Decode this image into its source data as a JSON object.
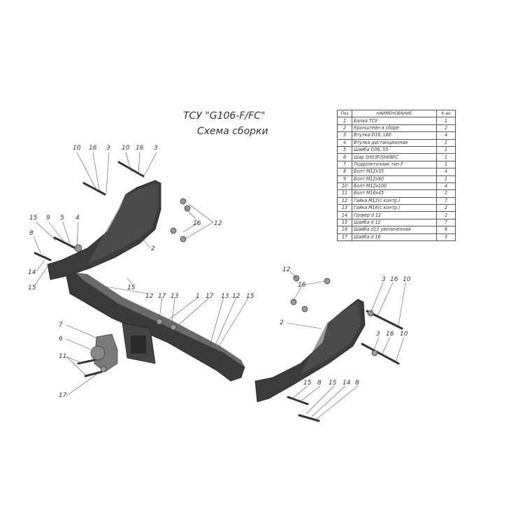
{
  "drawing": {
    "title": "ТСУ \"G106-F/FC\"",
    "subtitle": "Схема сборки"
  },
  "table": {
    "headers": [
      "Поз",
      "НАИМЕНОВАНИЕ",
      "К-во"
    ],
    "rows": [
      [
        "1",
        "Балка ТСУ",
        "1"
      ],
      [
        "2",
        "Кронштейн в сборе",
        "2"
      ],
      [
        "3",
        "Втулка D16, L60",
        "4"
      ],
      [
        "4",
        "Втулка дистанционная",
        "1"
      ],
      [
        "5",
        "Шайба D36, S5",
        "1"
      ],
      [
        "6",
        "Шар SH03F/SH08FC",
        "1"
      ],
      [
        "7",
        "Подрозеточник тип F",
        "1"
      ],
      [
        "8",
        "Болт M12х35",
        "4"
      ],
      [
        "9",
        "Болт M12х60",
        "1"
      ],
      [
        "10",
        "Болт M12х100",
        "4"
      ],
      [
        "11",
        "Болт M16х45",
        "2"
      ],
      [
        "12",
        "Гайка M12(с контр.)",
        "7"
      ],
      [
        "13",
        "Гайка M16(с контр.)",
        "2"
      ],
      [
        "14",
        "Гровер d 12",
        "2"
      ],
      [
        "15",
        "Шайба d 12",
        "7"
      ],
      [
        "16",
        "Шайба d12 увеличенная",
        "8"
      ],
      [
        "17",
        "Шайба d 16",
        "3"
      ]
    ]
  },
  "callouts": [
    {
      "id": "c10a",
      "text": "10"
    },
    {
      "id": "c16a",
      "text": "16"
    },
    {
      "id": "c3a",
      "text": "3"
    },
    {
      "id": "c10b",
      "text": "10"
    },
    {
      "id": "c16b",
      "text": "16"
    },
    {
      "id": "c3b",
      "text": "3"
    },
    {
      "id": "c15a",
      "text": "15"
    },
    {
      "id": "c9",
      "text": "9"
    },
    {
      "id": "c5",
      "text": "5"
    },
    {
      "id": "c4",
      "text": "4"
    },
    {
      "id": "c8a",
      "text": "8"
    },
    {
      "id": "c14a",
      "text": "14"
    },
    {
      "id": "c15b",
      "text": "15"
    },
    {
      "id": "c2a",
      "text": "2"
    },
    {
      "id": "c16c",
      "text": "16"
    },
    {
      "id": "c12a",
      "text": "12"
    },
    {
      "id": "c15c",
      "text": "15"
    },
    {
      "id": "c12b",
      "text": "12"
    },
    {
      "id": "c17a",
      "text": "17"
    },
    {
      "id": "c13a",
      "text": "13"
    },
    {
      "id": "c1",
      "text": "1"
    },
    {
      "id": "c17b",
      "text": "17"
    },
    {
      "id": "c13b",
      "text": "13"
    },
    {
      "id": "c12c",
      "text": "12"
    },
    {
      "id": "c15d",
      "text": "15"
    },
    {
      "id": "c12d",
      "text": "12"
    },
    {
      "id": "c16d",
      "text": "16"
    },
    {
      "id": "c2b",
      "text": "2"
    },
    {
      "id": "c3c",
      "text": "3"
    },
    {
      "id": "c16e",
      "text": "16"
    },
    {
      "id": "c10c",
      "text": "10"
    },
    {
      "id": "c3d",
      "text": "3"
    },
    {
      "id": "c16f",
      "text": "16"
    },
    {
      "id": "c10d",
      "text": "10"
    },
    {
      "id": "c7",
      "text": "7"
    },
    {
      "id": "c6",
      "text": "6"
    },
    {
      "id": "c11",
      "text": "11"
    },
    {
      "id": "c17c",
      "text": "17"
    },
    {
      "id": "c15e",
      "text": "15"
    },
    {
      "id": "c8b",
      "text": "8"
    },
    {
      "id": "c15f",
      "text": "15"
    },
    {
      "id": "c14b",
      "text": "14"
    },
    {
      "id": "c8c",
      "text": "8"
    }
  ]
}
